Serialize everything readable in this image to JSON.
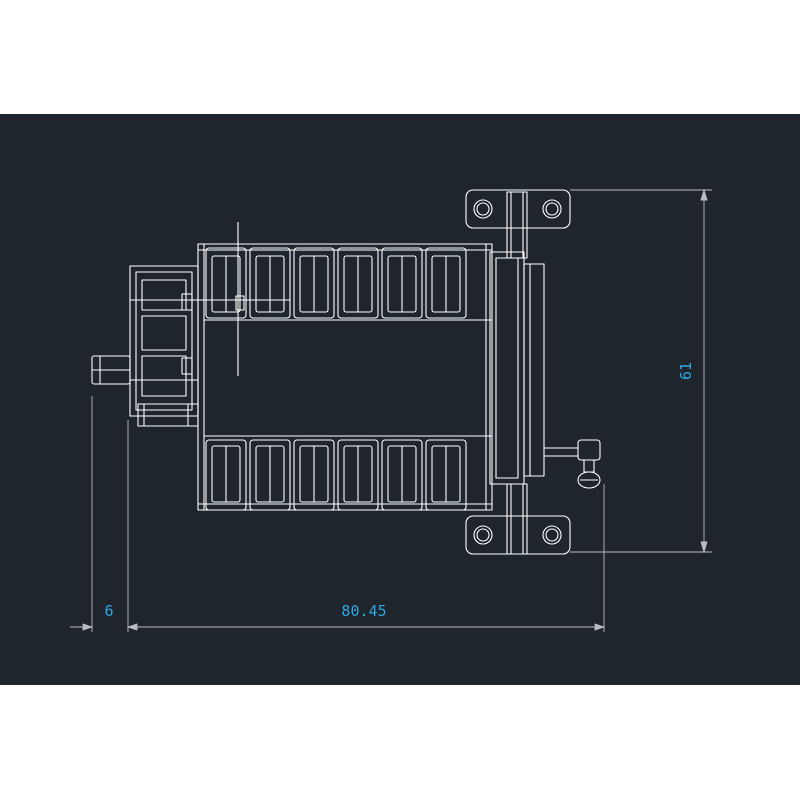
{
  "drawing": {
    "background_color": "#1f252d",
    "line_color": "#ffffff",
    "dimension_line_color": "#b8bcc2",
    "dimension_text_color": "#2ea8e0"
  },
  "dimensions": {
    "height_label": "61",
    "offset_label": "6",
    "length_label": "80.45"
  }
}
